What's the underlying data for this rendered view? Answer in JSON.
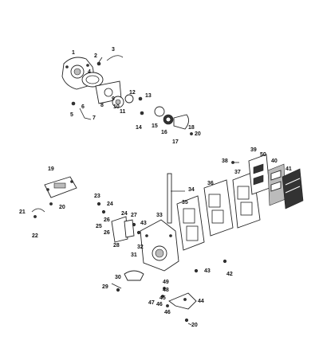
{
  "callouts": [
    {
      "id": "c1",
      "text": "1"
    },
    {
      "id": "c2",
      "text": "2"
    },
    {
      "id": "c3",
      "text": "3"
    },
    {
      "id": "c4",
      "text": "4"
    },
    {
      "id": "c5",
      "text": "5"
    },
    {
      "id": "c6",
      "text": "6"
    },
    {
      "id": "c7",
      "text": "7"
    },
    {
      "id": "c8",
      "text": "8"
    },
    {
      "id": "c9",
      "text": "9"
    },
    {
      "id": "c10",
      "text": "10"
    },
    {
      "id": "c11",
      "text": "11"
    },
    {
      "id": "c12",
      "text": "12"
    },
    {
      "id": "c13",
      "text": "13"
    },
    {
      "id": "c14",
      "text": "14"
    },
    {
      "id": "c15",
      "text": "15"
    },
    {
      "id": "c16",
      "text": "16"
    },
    {
      "id": "c17",
      "text": "17"
    },
    {
      "id": "c18",
      "text": "18"
    },
    {
      "id": "c19",
      "text": "19"
    },
    {
      "id": "c20a",
      "text": "20"
    },
    {
      "id": "c21",
      "text": "21"
    },
    {
      "id": "c22",
      "text": "22"
    },
    {
      "id": "c23",
      "text": "23"
    },
    {
      "id": "c24a",
      "text": "24"
    },
    {
      "id": "c24b",
      "text": "24"
    },
    {
      "id": "c25",
      "text": "25"
    },
    {
      "id": "c26a",
      "text": "26"
    },
    {
      "id": "c26b",
      "text": "26"
    },
    {
      "id": "c27",
      "text": "27"
    },
    {
      "id": "c28",
      "text": "28"
    },
    {
      "id": "c29",
      "text": "29"
    },
    {
      "id": "c30",
      "text": "30"
    },
    {
      "id": "c31",
      "text": "31"
    },
    {
      "id": "c32",
      "text": "32"
    },
    {
      "id": "c33",
      "text": "33"
    },
    {
      "id": "c34",
      "text": "34"
    },
    {
      "id": "c35",
      "text": "35"
    },
    {
      "id": "c36",
      "text": "36"
    },
    {
      "id": "c37",
      "text": "37"
    },
    {
      "id": "c38",
      "text": "38"
    },
    {
      "id": "c39",
      "text": "39"
    },
    {
      "id": "c50",
      "text": "50"
    },
    {
      "id": "c40",
      "text": "40"
    },
    {
      "id": "c41",
      "text": "41"
    },
    {
      "id": "c42",
      "text": "42"
    },
    {
      "id": "c43a",
      "text": "43"
    },
    {
      "id": "c43b",
      "text": "43"
    },
    {
      "id": "c44",
      "text": "44"
    },
    {
      "id": "c45",
      "text": "45"
    },
    {
      "id": "c46a",
      "text": "46"
    },
    {
      "id": "c46b",
      "text": "46"
    },
    {
      "id": "c47",
      "text": "47"
    },
    {
      "id": "c48",
      "text": "48"
    },
    {
      "id": "c49",
      "text": "49"
    },
    {
      "id": "c20b",
      "text": "20"
    },
    {
      "id": "c20c",
      "text": "20"
    }
  ]
}
